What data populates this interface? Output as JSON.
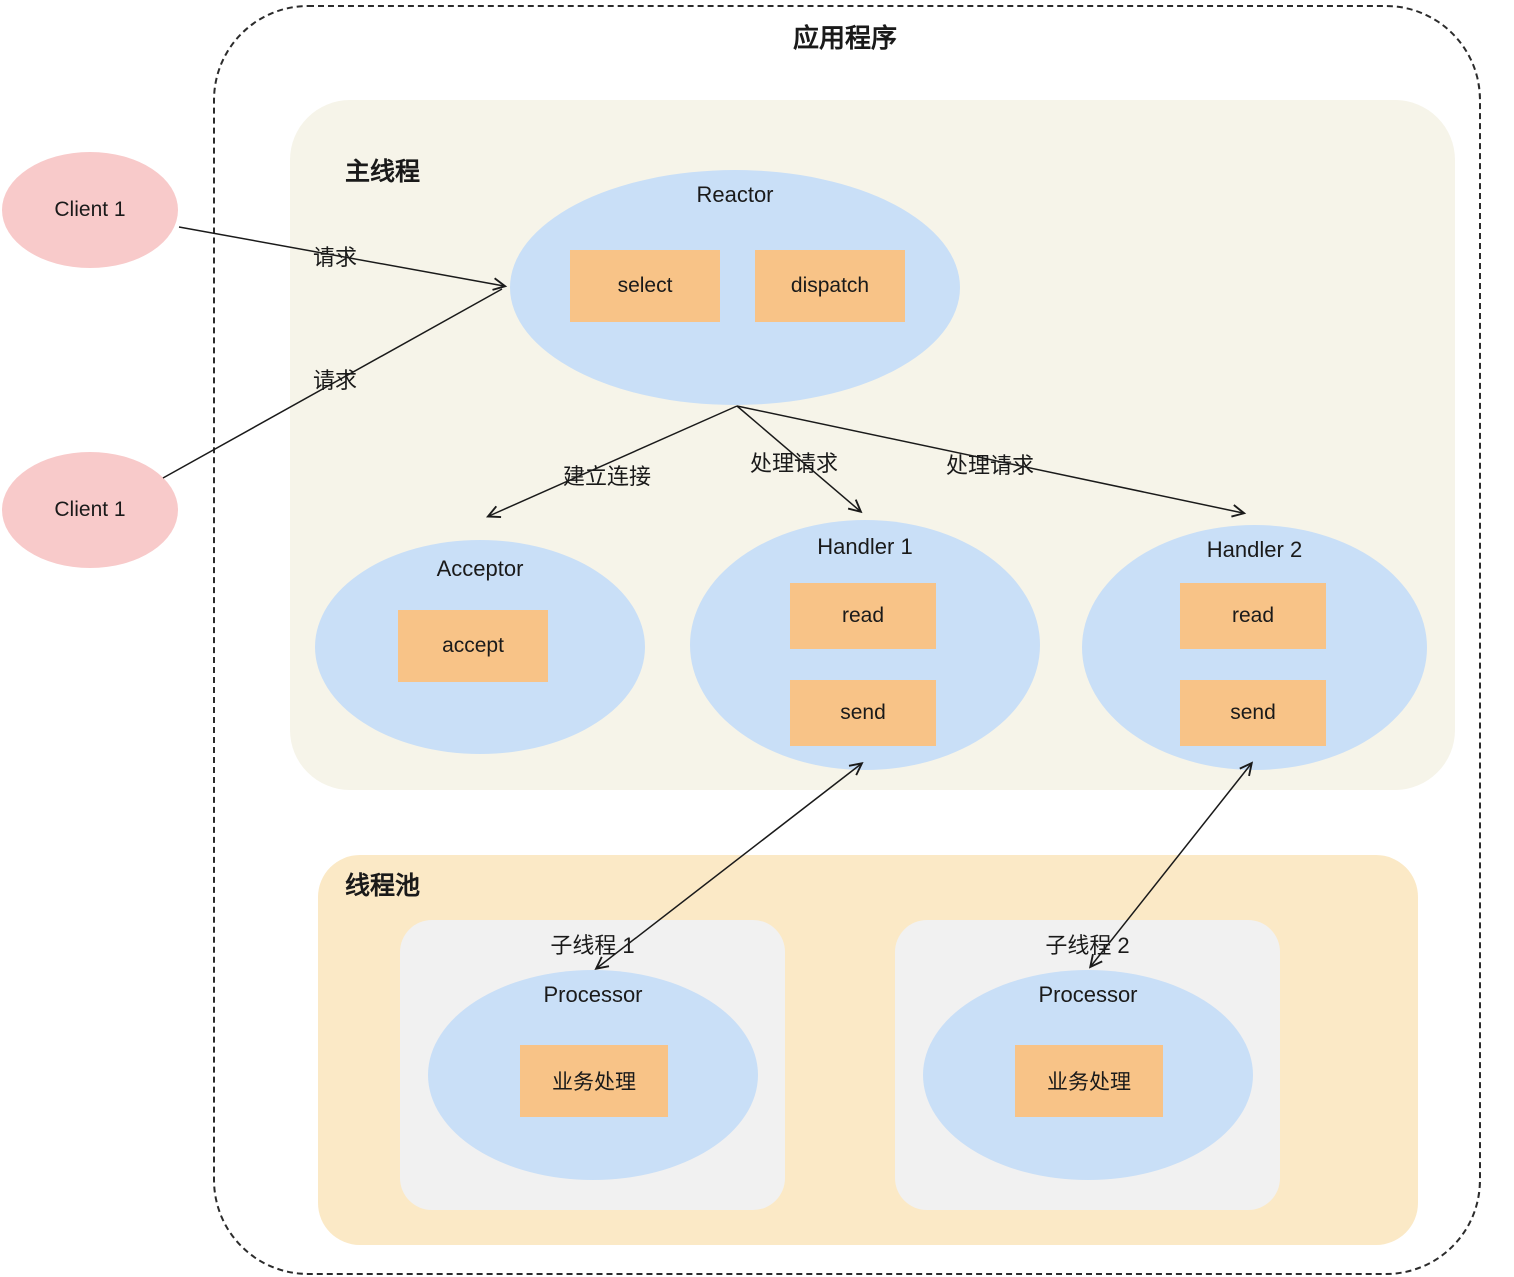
{
  "app": {
    "title": "应用程序"
  },
  "clients": [
    {
      "label": "Client 1"
    },
    {
      "label": "Client 1"
    }
  ],
  "main_thread": {
    "title": "主线程",
    "reactor": {
      "title": "Reactor",
      "ops": [
        "select",
        "dispatch"
      ]
    },
    "acceptor": {
      "title": "Acceptor",
      "ops": [
        "accept"
      ]
    },
    "handlers": [
      {
        "title": "Handler 1",
        "ops": [
          "read",
          "send"
        ]
      },
      {
        "title": "Handler 2",
        "ops": [
          "read",
          "send"
        ]
      }
    ]
  },
  "thread_pool": {
    "title": "线程池",
    "workers": [
      {
        "title": "子线程 1",
        "processor_title": "Processor",
        "task": "业务处理"
      },
      {
        "title": "子线程 2",
        "processor_title": "Processor",
        "task": "业务处理"
      }
    ]
  },
  "edges": [
    {
      "label": "请求",
      "from": "client-1",
      "to": "reactor",
      "bidirectional": false
    },
    {
      "label": "请求",
      "from": "client-2",
      "to": "reactor",
      "bidirectional": false
    },
    {
      "label": "建立连接",
      "from": "reactor",
      "to": "acceptor",
      "bidirectional": false
    },
    {
      "label": "处理请求",
      "from": "reactor",
      "to": "handler-1",
      "bidirectional": false
    },
    {
      "label": "处理请求",
      "from": "reactor",
      "to": "handler-2",
      "bidirectional": false
    },
    {
      "label": "",
      "from": "handler-1-send",
      "to": "processor-1",
      "bidirectional": true
    },
    {
      "label": "",
      "from": "handler-2-send",
      "to": "processor-2",
      "bidirectional": true
    }
  ],
  "colors": {
    "client_fill": "#F8CACA",
    "node_fill": "#C9DFF7",
    "op_fill": "#F8C387",
    "main_thread_bg": "#F6F4E9",
    "thread_pool_bg": "#FBE9C6",
    "worker_bg": "#F1F1F1",
    "arrow": "#1a1a1a"
  }
}
